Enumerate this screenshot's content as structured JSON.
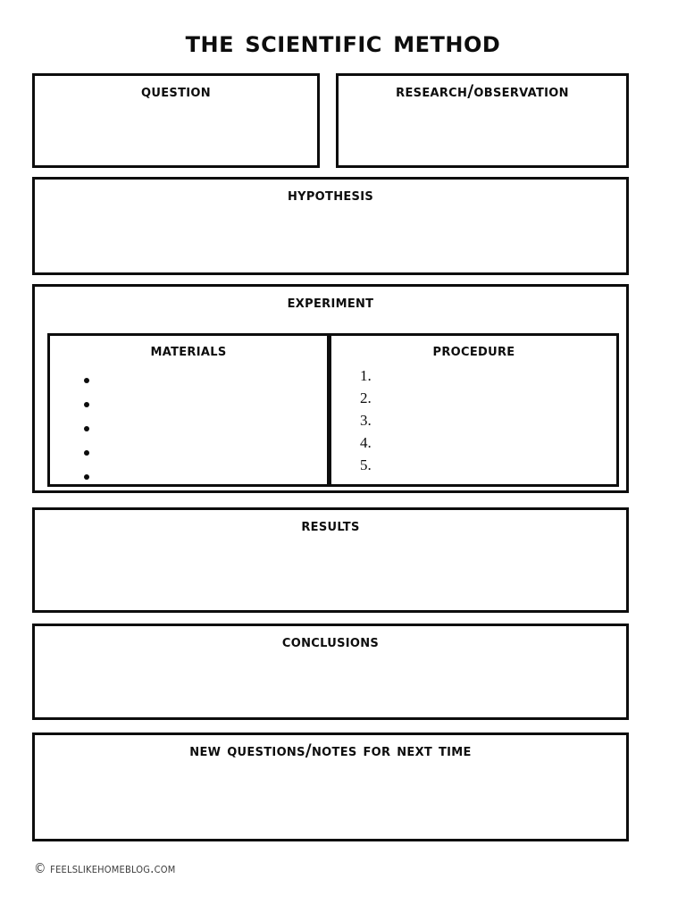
{
  "document": {
    "title": "The Scientific Method",
    "background_color": "#ffffff",
    "ink_color": "#0d0d0d"
  },
  "sections": {
    "question": {
      "title": "Question",
      "content": ""
    },
    "research": {
      "title": "Research/Observation",
      "content": ""
    },
    "hypothesis": {
      "title": "Hypothesis",
      "content": ""
    },
    "experiment": {
      "title": "Experiment",
      "materials": {
        "title": "Materials",
        "bullets": [
          "",
          "",
          "",
          "",
          ""
        ]
      },
      "procedure": {
        "title": "Procedure",
        "steps": [
          "1.",
          "2.",
          "3.",
          "4.",
          "5."
        ]
      }
    },
    "results": {
      "title": "Results",
      "content": ""
    },
    "conclusions": {
      "title": "Conclusions",
      "content": ""
    },
    "new_questions": {
      "title": "New Questions/Notes For Next Time",
      "content": ""
    }
  },
  "footer": {
    "credit": "© FeelsLikeHomeBlog.com"
  }
}
